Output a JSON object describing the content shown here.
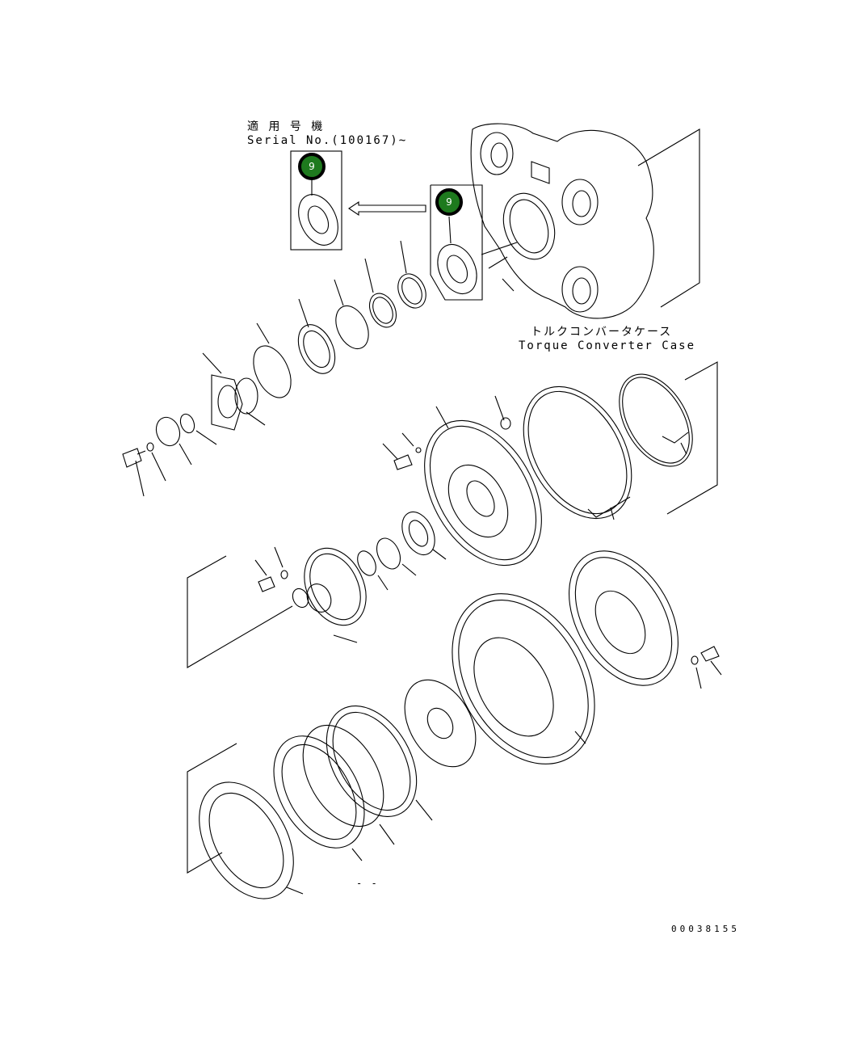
{
  "diagram": {
    "type": "exploded-parts-diagram",
    "serial_note": {
      "jp": "適 用 号 機",
      "en": "Serial No.(100167)~"
    },
    "callouts": [
      {
        "id": "badge-old",
        "label": "9",
        "color": "#1e7a1e"
      },
      {
        "id": "badge-new",
        "label": "9",
        "color": "#1e7a1e"
      }
    ],
    "case_label": {
      "jp": "トルクコンバータケース",
      "en": "Torque Converter Case"
    },
    "bottom_mark": "- -",
    "figure_number": "00038155"
  }
}
